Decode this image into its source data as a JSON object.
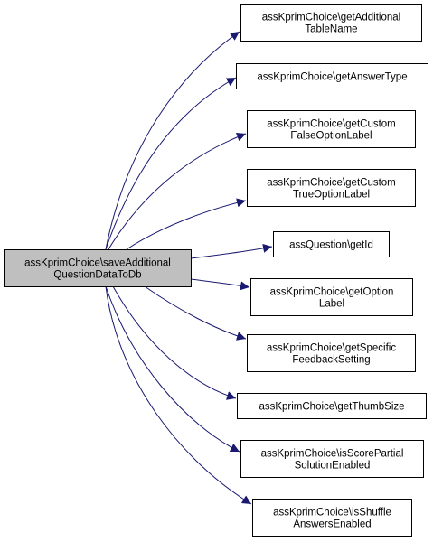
{
  "colors": {
    "edge": "#191970",
    "node_border": "#000000",
    "node_fill": "#ffffff",
    "source_fill": "#bfbfbf"
  },
  "source": {
    "lines": [
      "assKprimChoice\\saveAdditional",
      "QuestionDataToDb"
    ]
  },
  "targets": [
    {
      "lines": [
        "assKprimChoice\\getAdditional",
        "TableName"
      ]
    },
    {
      "lines": [
        "assKprimChoice\\getAnswerType"
      ]
    },
    {
      "lines": [
        "assKprimChoice\\getCustom",
        "FalseOptionLabel"
      ]
    },
    {
      "lines": [
        "assKprimChoice\\getCustom",
        "TrueOptionLabel"
      ]
    },
    {
      "lines": [
        "assQuestion\\getId"
      ]
    },
    {
      "lines": [
        "assKprimChoice\\getOption",
        "Label"
      ]
    },
    {
      "lines": [
        "assKprimChoice\\getSpecific",
        "FeedbackSetting"
      ]
    },
    {
      "lines": [
        "assKprimChoice\\getThumbSize"
      ]
    },
    {
      "lines": [
        "assKprimChoice\\isScorePartial",
        "SolutionEnabled"
      ]
    },
    {
      "lines": [
        "assKprimChoice\\isShuffle",
        "AnswersEnabled"
      ]
    }
  ]
}
